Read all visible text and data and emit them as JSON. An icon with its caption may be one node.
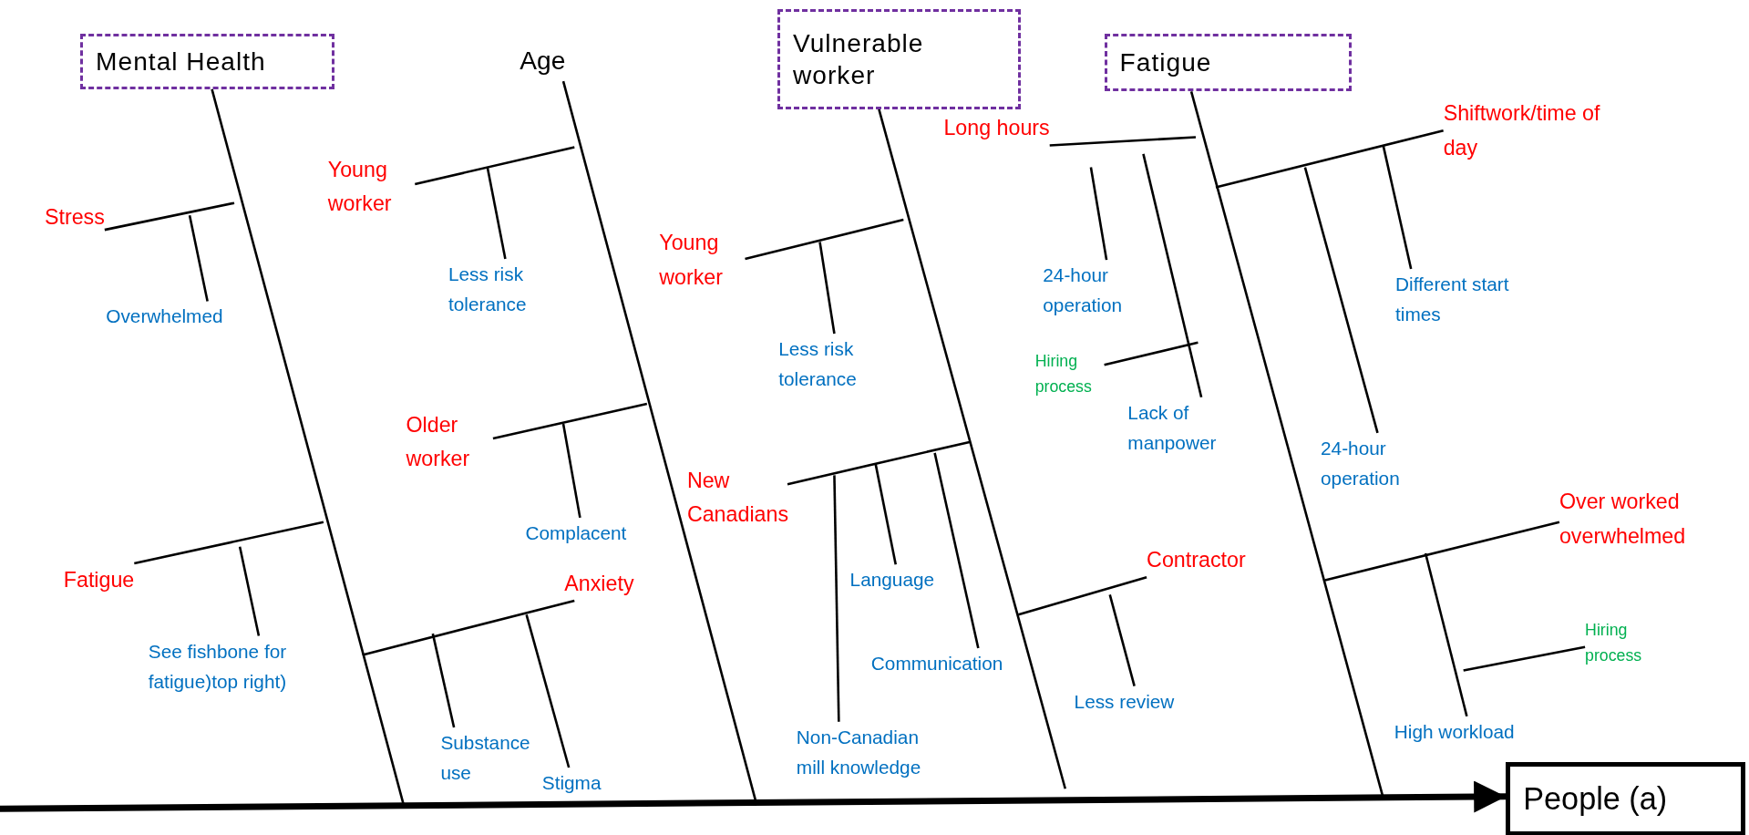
{
  "diagram": {
    "nodes": [
      {
        "text": [
          "Mental Health"
        ]
      },
      {
        "text": [
          "Age"
        ]
      },
      {
        "text": [
          "Vulnerable worker"
        ]
      },
      {
        "text": [
          "Fatigue"
        ]
      },
      {
        "text": [
          "Stress"
        ]
      },
      {
        "text": [
          "Overwhelmed"
        ]
      },
      {
        "text": [
          "Fatigue"
        ]
      },
      {
        "text": [
          "See fishbone for fatigue)top right)"
        ]
      },
      {
        "text": [
          "Anxiety"
        ]
      },
      {
        "text": [
          "Substance use"
        ]
      },
      {
        "text": [
          "Stigma"
        ]
      },
      {
        "text": [
          "Young worker"
        ]
      },
      {
        "text": [
          "Less risk tolerance"
        ]
      },
      {
        "text": [
          "Older worker"
        ]
      },
      {
        "text": [
          "Complacent"
        ]
      },
      {
        "text": [
          "Young worker"
        ]
      },
      {
        "text": [
          "Less risk tolerance"
        ]
      },
      {
        "text": [
          "New Canadians"
        ]
      },
      {
        "text": [
          "Language"
        ]
      },
      {
        "text": [
          "Communication"
        ]
      },
      {
        "text": [
          "Non-Canadian mill knowledge"
        ]
      },
      {
        "text": [
          "Contractor"
        ]
      },
      {
        "text": [
          "Less review"
        ]
      },
      {
        "text": [
          "Long hours"
        ]
      },
      {
        "text": [
          "24-hour operation"
        ]
      },
      {
        "text": [
          "Hiring process"
        ]
      },
      {
        "text": [
          "Lack of manpower"
        ]
      },
      {
        "text": [
          "Shiftwork/time of day"
        ]
      },
      {
        "text": [
          "Different start times"
        ]
      },
      {
        "text": [
          "24-hour operation"
        ]
      },
      {
        "text": [
          "Over worked overwhelmed"
        ]
      },
      {
        "text": [
          "Hiring process"
        ]
      },
      {
        "text": [
          "High workload"
        ]
      },
      {
        "text": [
          "People (a)"
        ]
      }
    ],
    "edges": [
      {
        "from": null,
        "to": 33,
        "arrow": "to",
        "style": "thick"
      },
      {
        "from": 0,
        "to": null,
        "arrow": "none"
      },
      {
        "from": 1,
        "to": null,
        "arrow": "none"
      },
      {
        "from": 2,
        "to": null,
        "arrow": "none"
      },
      {
        "from": 3,
        "to": null,
        "arrow": "none"
      },
      {
        "from": 4,
        "to": null,
        "arrow": "none"
      },
      {
        "from": 5,
        "to": null,
        "arrow": "none"
      },
      {
        "from": 6,
        "to": null,
        "arrow": "none"
      },
      {
        "from": 7,
        "to": null,
        "arrow": "none"
      },
      {
        "from": 8,
        "to": null,
        "arrow": "none"
      },
      {
        "from": 9,
        "to": null,
        "arrow": "none"
      },
      {
        "from": 10,
        "to": null,
        "arrow": "none"
      },
      {
        "from": 11,
        "to": null,
        "arrow": "none"
      },
      {
        "from": 12,
        "to": null,
        "arrow": "none"
      },
      {
        "from": 13,
        "to": null,
        "arrow": "none"
      },
      {
        "from": 14,
        "to": null,
        "arrow": "none"
      },
      {
        "from": 15,
        "to": null,
        "arrow": "none"
      },
      {
        "from": 16,
        "to": null,
        "arrow": "none"
      },
      {
        "from": 17,
        "to": null,
        "arrow": "none"
      },
      {
        "from": 18,
        "to": null,
        "arrow": "none"
      },
      {
        "from": 19,
        "to": null,
        "arrow": "none"
      },
      {
        "from": 20,
        "to": null,
        "arrow": "none"
      },
      {
        "from": 21,
        "to": null,
        "arrow": "none"
      },
      {
        "from": 22,
        "to": null,
        "arrow": "none"
      },
      {
        "from": 23,
        "to": null,
        "arrow": "none"
      },
      {
        "from": 24,
        "to": null,
        "arrow": "none"
      },
      {
        "from": 25,
        "to": null,
        "arrow": "none"
      },
      {
        "from": 26,
        "to": null,
        "arrow": "none"
      },
      {
        "from": 27,
        "to": null,
        "arrow": "none"
      },
      {
        "from": 28,
        "to": null,
        "arrow": "none"
      },
      {
        "from": 29,
        "to": null,
        "arrow": "none"
      },
      {
        "from": 30,
        "to": null,
        "arrow": "none"
      },
      {
        "from": 31,
        "to": null,
        "arrow": "none"
      },
      {
        "from": 32,
        "to": null,
        "arrow": "none"
      }
    ]
  }
}
